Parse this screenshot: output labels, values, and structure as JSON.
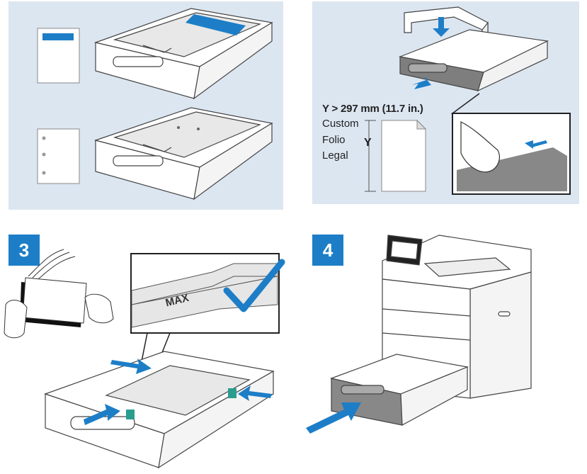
{
  "steps": {
    "step3": "3",
    "step4": "4"
  },
  "paper_size": {
    "title": "Y > 297 mm (11.7 in.)",
    "sizes": [
      "Custom",
      "Folio",
      "Legal"
    ],
    "dimension_label": "Y"
  },
  "tray_label": "MAX",
  "colors": {
    "panel_bg": "#dce6f1",
    "accent_blue": "#1d7ec7",
    "check_blue": "#1d7ec7"
  },
  "icons": [
    "paper-sheet-icon",
    "punched-paper-icon",
    "arrow-icon",
    "checkmark-icon",
    "paper-stack-icon",
    "printer-icon"
  ]
}
